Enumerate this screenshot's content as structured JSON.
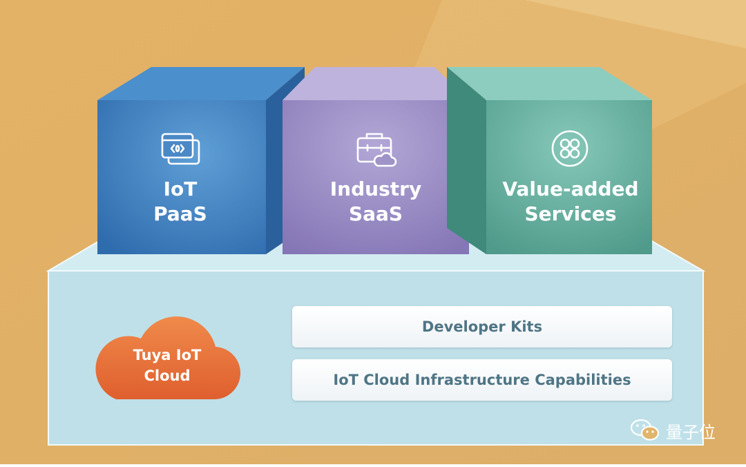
{
  "blocks": [
    {
      "line1": "IoT",
      "line2": "PaaS",
      "icon": "code-window-icon"
    },
    {
      "line1": "Industry",
      "line2": "SaaS",
      "icon": "toolbox-cloud-icon"
    },
    {
      "line1": "Value-added",
      "line2": "Services",
      "icon": "clover-circle-icon"
    }
  ],
  "cloud": {
    "line1": "Tuya IoT",
    "line2": "Cloud"
  },
  "bars": [
    "Developer Kits",
    "IoT Cloud Infrastructure Capabilities"
  ],
  "watermark": {
    "text": "量子位",
    "icon": "wechat-icon"
  },
  "colors": {
    "background": "#E3B468",
    "paas": "#3D7DC0",
    "saas": "#9688C2",
    "services": "#63AE9F",
    "platform": "#BFE0E8",
    "cloud": "#E8703A"
  }
}
